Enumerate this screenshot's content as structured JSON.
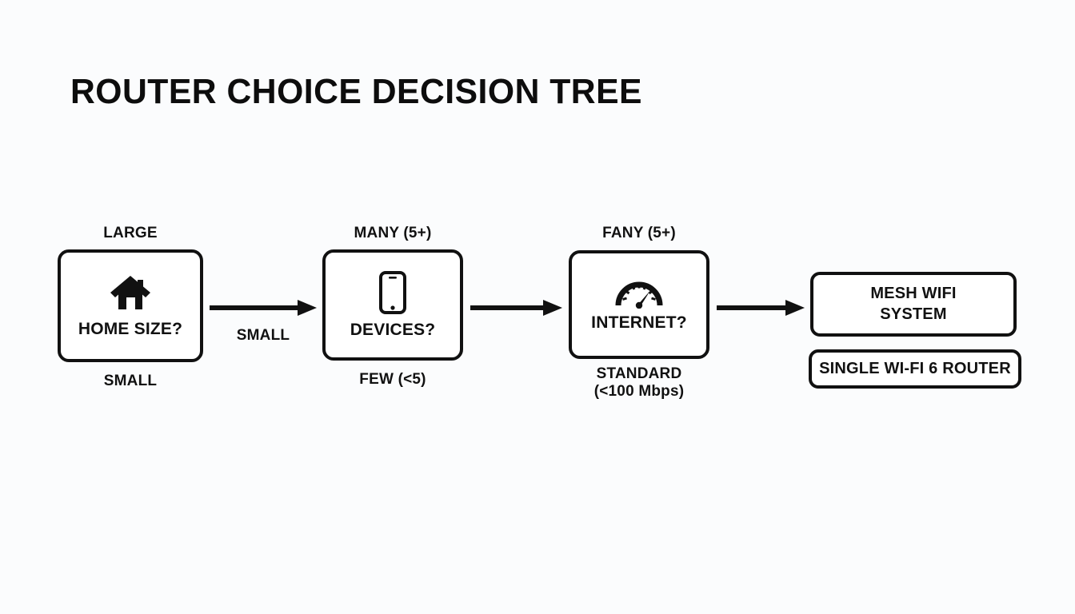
{
  "page": {
    "title": "ROUTER CHOICE DECISION TREE",
    "background_color": "#fbfcfd",
    "ink_color": "#111111"
  },
  "nodes": [
    {
      "id": "home-size",
      "label": "HOME SIZE?",
      "icon": "house-icon",
      "label_above": "LARGE",
      "label_below": "SMALL"
    },
    {
      "id": "devices",
      "label": "DEVICES?",
      "icon": "smartphone-icon",
      "label_above": "MANY (5+)",
      "label_below": "FEW (<5)"
    },
    {
      "id": "internet",
      "label": "INTERNET?",
      "icon": "speedometer-icon",
      "label_above": "FANY (5+)",
      "label_below": "STANDARD\n(<100 Mbps)"
    }
  ],
  "arrows": [
    {
      "id": "home-to-devices",
      "label": "SMALL"
    },
    {
      "id": "devices-to-internet",
      "label": ""
    },
    {
      "id": "internet-to-outcome",
      "label": ""
    }
  ],
  "outcomes": [
    {
      "id": "mesh-wifi-system",
      "text": "MESH WIFI\nSYSTEM"
    },
    {
      "id": "single-wifi-6-router",
      "text": "SINGLE WI-FI 6 ROUTER"
    }
  ]
}
